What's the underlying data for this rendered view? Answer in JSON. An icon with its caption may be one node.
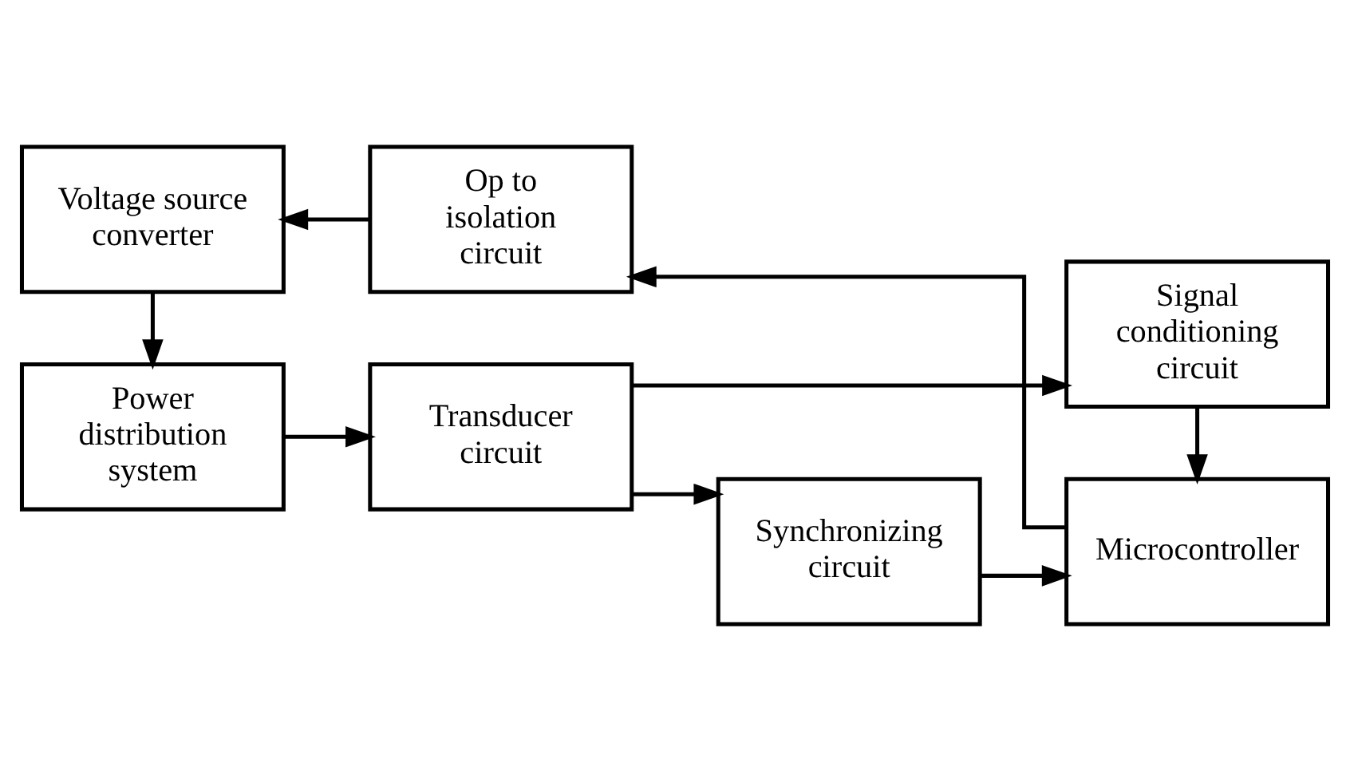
{
  "diagram": {
    "nodes": [
      {
        "text": [
          "Power distribution system"
        ]
      },
      {
        "text": [
          "Transducer circuit"
        ]
      },
      {
        "text": [
          "Signal conditioning circuit"
        ]
      },
      {
        "text": [
          "Synchronizing circuit"
        ]
      },
      {
        "text": [
          "Voltage source converter"
        ]
      },
      {
        "text": [
          "Op to isolation circuit"
        ]
      },
      {
        "text": [
          "Microcontroller"
        ]
      }
    ],
    "edges": [
      {
        "from": 0,
        "to": 1,
        "arrow": "to"
      },
      {
        "from": 1,
        "to": 2,
        "arrow": "to"
      },
      {
        "from": 1,
        "to": 3,
        "arrow": "to"
      },
      {
        "from": 3,
        "to": 6,
        "arrow": "to"
      },
      {
        "from": 2,
        "to": 6,
        "arrow": "to"
      },
      {
        "from": 6,
        "to": 5,
        "arrow": "to"
      },
      {
        "from": 5,
        "to": 4,
        "arrow": "to"
      },
      {
        "from": 4,
        "to": 0,
        "arrow": "to"
      }
    ]
  }
}
